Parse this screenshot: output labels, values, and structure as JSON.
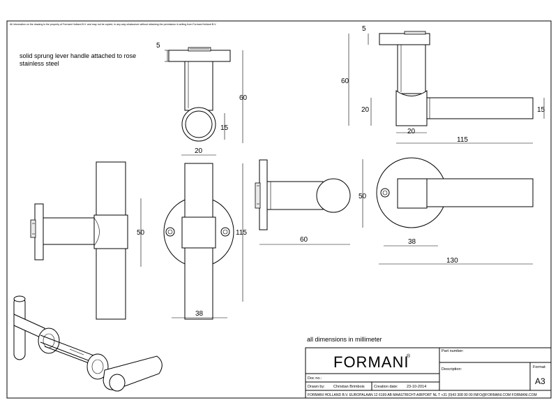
{
  "disclaimer": "All information on the drawing is the property of Formani Holland B.V. and may not be copied, in any way whatsoever without obtaining the permission in writing from Formani Holland B.V.",
  "description_lines": [
    "solid sprung lever handle attached to rose",
    "stainless steel"
  ],
  "units_note": "all dimensions in millimeter",
  "dimensions": {
    "top_rose_thickness": "5",
    "top_height": "60",
    "top_diameter_small": "15",
    "top_width": "20",
    "tr_rose_thickness": "5",
    "tr_height": "60",
    "tr_collar_height": "20",
    "tr_lever_thickness": "15",
    "tr_collar_width": "20",
    "tr_lever_length": "115",
    "side_height": "50",
    "front_height": "115",
    "front_width": "38",
    "profile_length": "60",
    "rose_diameter": "50",
    "lever_rose_width": "38",
    "lever_length": "130"
  },
  "title_block": {
    "brand": "FORMANI",
    "brand_mark": "®",
    "part_number_label": "Part number:",
    "description_label": "Description:",
    "format_label": "Format:",
    "format_value": "A3",
    "doc_no_label": "Doc no.:",
    "drawn_by_label": "Drawn by:",
    "drawn_by_value": "Christian Brimbois",
    "creation_date_label": "Creation date:",
    "creation_date_value": "23-10-2014",
    "footer": "FORMANI HOLLAND B.V.  EUROPALAAN 12  6199 AB MAASTRICHT-AIRPORT NL  T +31 (0)43 308 90 00 INFO@FORMANI.COM FORMANI.COM"
  }
}
